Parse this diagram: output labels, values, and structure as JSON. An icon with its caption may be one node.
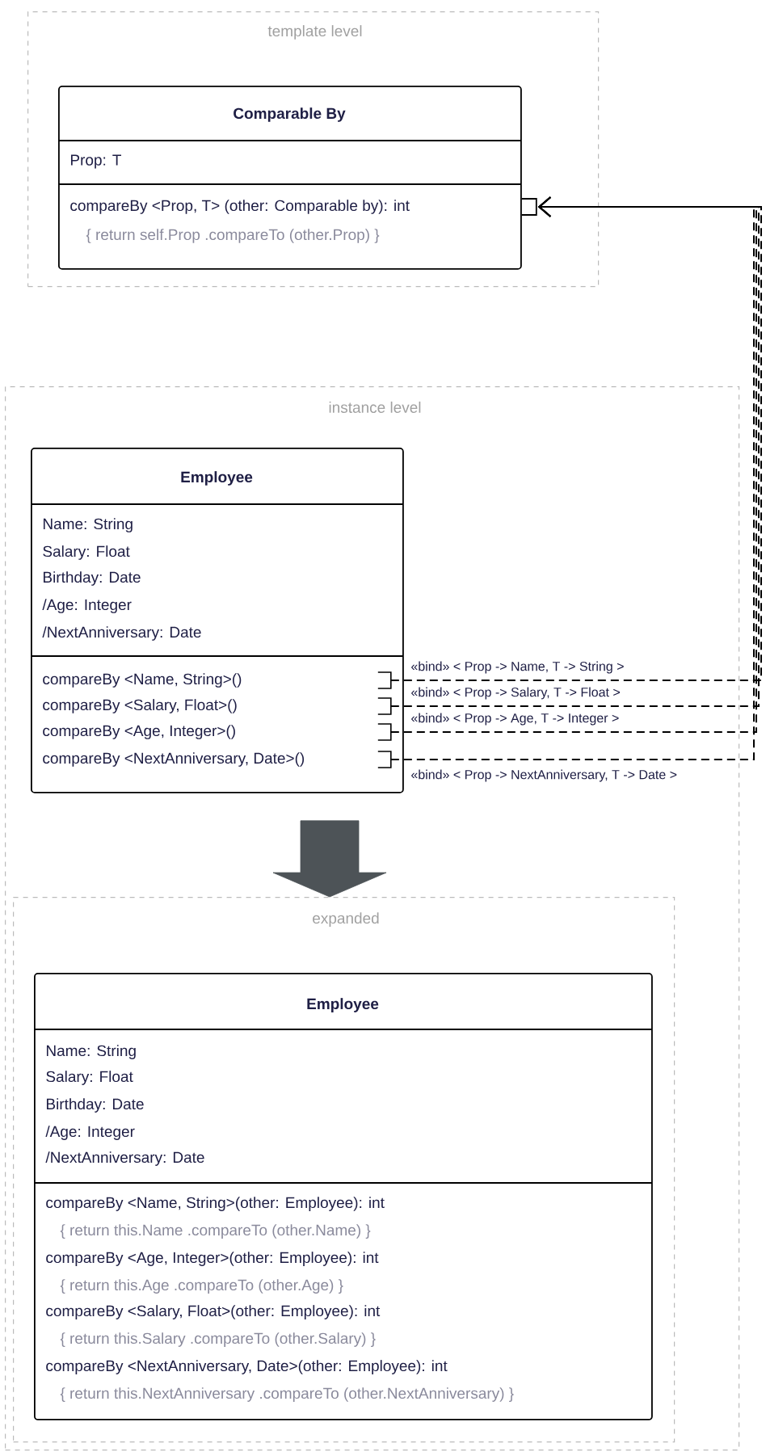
{
  "diagram": {
    "nodes": [
      {
        "text": [
          "template level"
        ]
      },
      {
        "text": [
          "Comparable By",
          "Prop: T",
          "compareBy <Prop, T> (other: Comparable by): int",
          "{ return self.Prop .compareTo (other.Prop) }"
        ],
        "in": 0
      },
      {
        "text": [
          "instance level"
        ]
      },
      {
        "text": [
          "Employee",
          "Name: String",
          "Salary: Float",
          "Birthday: Date",
          "/Age: Integer",
          "/NextAnniversary: Date",
          "compareBy <Name, String>()",
          "compareBy <Salary, Float>()",
          "compareBy <Age, Integer>()",
          "compareBy <NextAnniversary, Date>()"
        ],
        "in": 2
      },
      {
        "text": [
          "expanded"
        ],
        "in": 2
      },
      {
        "text": [
          "Employee",
          "Name: String",
          "Salary: Float",
          "Birthday: Date",
          "/Age: Integer",
          "/NextAnniversary: Date",
          "compareBy <Name, String>(other: Employee): int",
          "{ return this.Name .compareTo (other.Name) }",
          "compareBy <Age, Integer>(other: Employee): int",
          "{ return this.Age .compareTo (other.Age) }",
          "compareBy <Salary, Float>(other: Employee): int",
          "{ return this.Salary .compareTo (other.Salary) }",
          "compareBy <NextAnniversary, Date>(other: Employee): int",
          "{ return this.NextAnniversary .compareTo (other.NextAnniversary) }"
        ],
        "in": 4
      }
    ],
    "edges": [
      {
        "from": 3,
        "to": 1,
        "arrow": "to",
        "style": "dashed",
        "label": "«bind» < Prop -> Name, T -> String >"
      },
      {
        "from": 3,
        "to": 1,
        "arrow": "to",
        "style": "dashed",
        "label": "«bind» < Prop -> Salary, T -> Float >"
      },
      {
        "from": 3,
        "to": 1,
        "arrow": "to",
        "style": "dashed",
        "label": "«bind» < Prop -> Age, T -> Integer >"
      },
      {
        "from": 3,
        "to": 1,
        "arrow": "to",
        "style": "dashed",
        "label": "«bind» < Prop -> NextAnniversary, T -> Date >"
      },
      {
        "from": 3,
        "to": 4,
        "arrow": "to",
        "style": "thick"
      }
    ]
  }
}
